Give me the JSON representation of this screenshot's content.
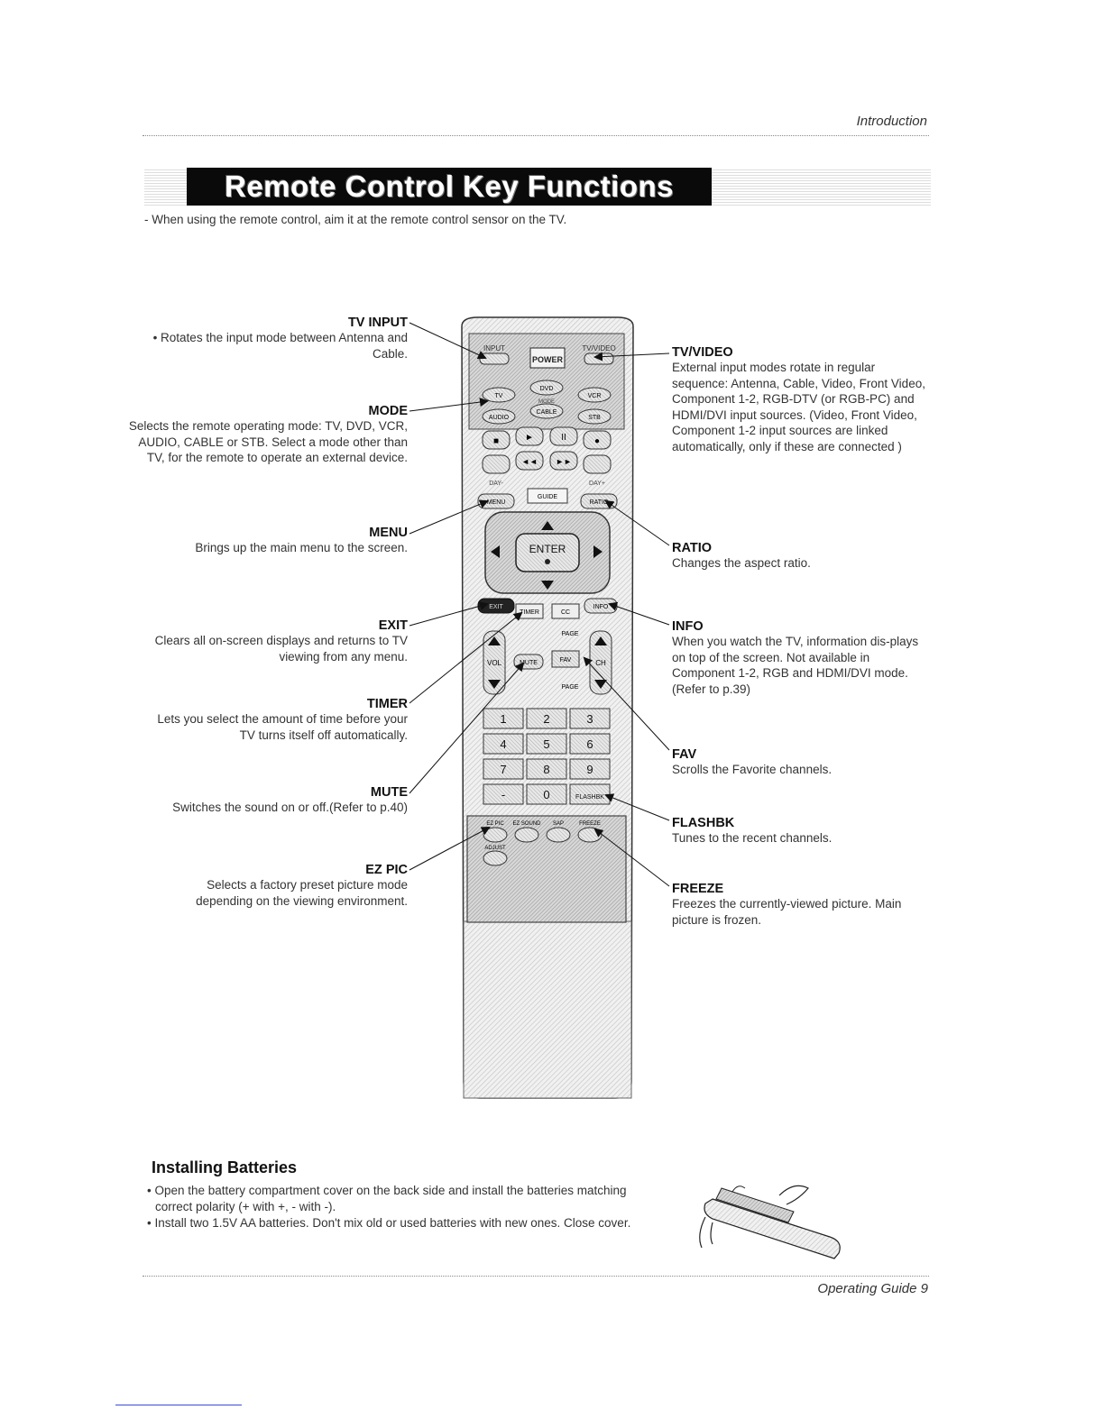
{
  "header": {
    "section": "Introduction"
  },
  "banner": {
    "title": "Remote Control Key Functions"
  },
  "intro_text": "- When using the remote control, aim it at the remote control sensor on the TV.",
  "left_callouts": [
    {
      "label": "TV INPUT",
      "text": "• Rotates the input mode between Antenna and Cable."
    },
    {
      "label": "MODE",
      "text": "Selects the remote operating mode: TV, DVD, VCR, AUDIO, CABLE or STB. Select a mode other than TV, for the remote to operate an external device."
    },
    {
      "label": "MENU",
      "text": "Brings up the main menu to the screen."
    },
    {
      "label": "EXIT",
      "text": "Clears all on-screen displays and returns to TV viewing from any menu."
    },
    {
      "label": "TIMER",
      "text": "Lets you select the amount of time before your TV turns itself off automatically."
    },
    {
      "label": "MUTE",
      "text": "Switches the sound on or off.(Refer to p.40)"
    },
    {
      "label": "EZ PIC",
      "text": "Selects a factory preset picture mode depending on the viewing environment."
    }
  ],
  "right_callouts": [
    {
      "label": "TV/VIDEO",
      "text": "External input modes rotate in regular sequence: Antenna, Cable, Video, Front Video, Component 1-2, RGB-DTV (or RGB-PC) and HDMI/DVI input sources. (Video, Front Video, Component 1-2 input sources are linked automatically, only if these are connected )"
    },
    {
      "label": "RATIO",
      "text": "Changes the aspect ratio."
    },
    {
      "label": "INFO",
      "text": "When you watch the TV, information dis-plays on top of the screen. Not available in Component 1-2, RGB and HDMI/DVI mode. (Refer to p.39)"
    },
    {
      "label": "FAV",
      "text": "Scrolls the Favorite channels."
    },
    {
      "label": "FLASHBK",
      "text": "Tunes to the recent channels."
    },
    {
      "label": "FREEZE",
      "text": "Freezes the currently-viewed picture. Main picture is frozen."
    }
  ],
  "remote": {
    "top_keys": [
      "INPUT",
      "POWER",
      "TV/VIDEO"
    ],
    "mode_keys": [
      "TV",
      "DVD",
      "VCR",
      "AUDIO",
      "CABLE",
      "STB"
    ],
    "mode_label": "MODE",
    "transport_keys": [
      "■",
      "►",
      "II",
      "●"
    ],
    "skip_keys": [
      "◄◄",
      "►►"
    ],
    "day_keys": [
      "DAY-",
      "DAY+"
    ],
    "menu_keys": [
      "MENU",
      "GUIDE",
      "RATIO"
    ],
    "enter": "ENTER",
    "func_keys": [
      "EXIT",
      "TIMER",
      "CC",
      "INFO"
    ],
    "vol_label": "VOL",
    "ch_label": "CH",
    "page_label": "PAGE",
    "mid_keys": [
      "MUTE",
      "FAV"
    ],
    "numbers": [
      "1",
      "2",
      "3",
      "4",
      "5",
      "6",
      "7",
      "8",
      "9",
      "-",
      "0",
      "FLASHBK"
    ],
    "cover_keys": [
      "EZ PIC",
      "EZ SOUND",
      "SAP",
      "FREEZE"
    ],
    "adjust_key": "ADJUST"
  },
  "batteries": {
    "title": "Installing Batteries",
    "items": [
      "• Open the battery compartment cover on the back side and install the batteries matching correct polarity (+ with +, - with -).",
      "• Install two 1.5V AA batteries. Don't mix old or used batteries with new ones. Close cover."
    ]
  },
  "footer": {
    "text": "Operating Guide  9"
  }
}
